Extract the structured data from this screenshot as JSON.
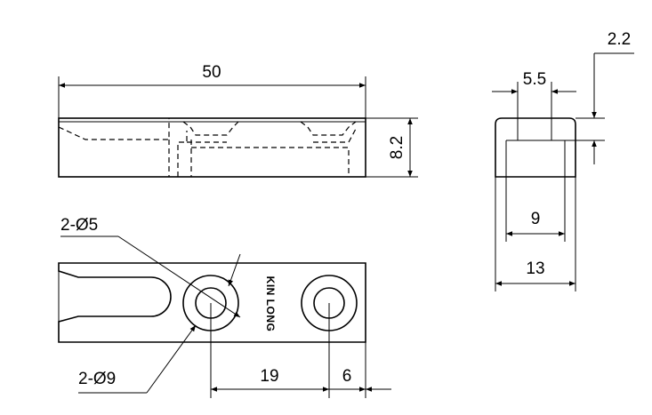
{
  "front_view": {
    "length_dim": "50",
    "height_dim": "8.2"
  },
  "top_view": {
    "hole_small_label": "2-Ø5",
    "hole_large_label": "2-Ø9",
    "hole_spacing_dim": "19",
    "edge_offset_dim": "6",
    "brand_text": "KIN LONG"
  },
  "side_view": {
    "top_step_dim": "2.2",
    "slot_width_dim": "5.5",
    "inner_width_dim": "9",
    "outer_width_dim": "13"
  }
}
